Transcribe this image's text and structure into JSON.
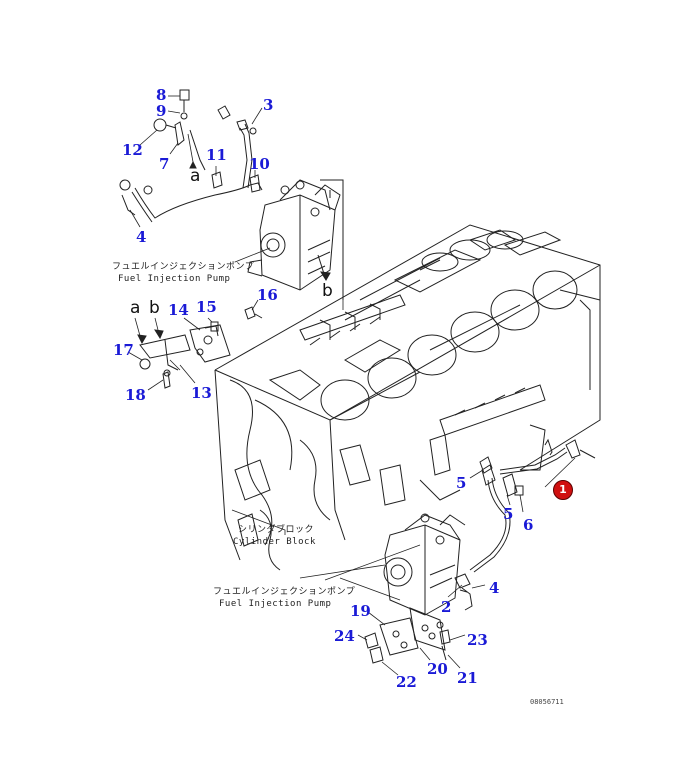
{
  "callouts": {
    "c8": "8",
    "c9": "9",
    "c3": "3",
    "c12": "12",
    "c11": "11",
    "c7": "7",
    "c10": "10",
    "c4a": "4",
    "c16": "16",
    "c14": "14",
    "c15": "15",
    "c17": "17",
    "c13": "13",
    "c18": "18",
    "c5a": "5",
    "c5b": "5",
    "c6": "6",
    "c4b": "4",
    "c2": "2",
    "c19": "19",
    "c23": "23",
    "c24": "24",
    "c20": "20",
    "c21": "21",
    "c22": "22"
  },
  "letters": {
    "a1": "a",
    "b1": "b",
    "a2": "a",
    "b2": "b"
  },
  "labels": {
    "pump_top_jp": "フュエルインジェクションポンプ",
    "pump_top_en": "Fuel Injection Pump",
    "block_jp": "シリンダブロック",
    "block_en": "Cylinder Block",
    "pump_bottom_jp": "フュエルインジェクションポンプ",
    "pump_bottom_en": "Fuel Injection Pump"
  },
  "highlight": {
    "number": "1",
    "color": "#d01010"
  },
  "drawing_code": "08056711"
}
